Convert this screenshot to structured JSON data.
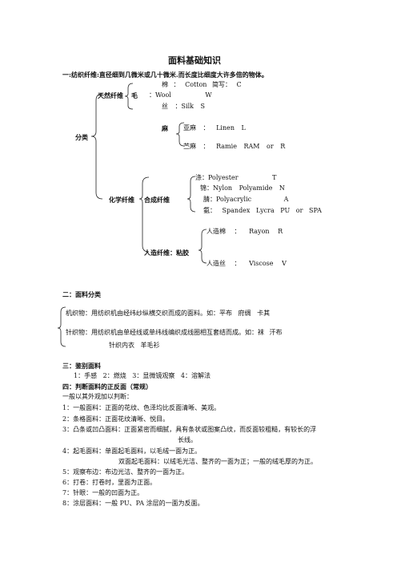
{
  "title": "面料基础知识",
  "s1": {
    "heading": "一:纺织纤维:直径细到几微米或几十微米.而长度比细度大许多倍的物体。",
    "root": "分类",
    "natural": {
      "label": "天然纤维",
      "cotton": "棉 ： Cotton 简写： C",
      "wool_label": "毛",
      "wool": "：Wool W",
      "silk": "丝 ：Silk S",
      "hemp_label": "麻",
      "linen": "亚麻 ： Linen L",
      "ramie": "苎麻 ： Ramie RAM or R"
    },
    "chemical": {
      "label": "化学纤维",
      "synthetic": {
        "label": "合成纤维",
        "polyester": "涤：Polyester T",
        "nylon": "锦：Nylon Polyamide N",
        "acrylic": "腈：Polyacrylic A",
        "spandex": "氨： Spandex Lycra PU or SPA"
      },
      "artificial": {
        "label": "人造纤维：粘胶",
        "rayon": "人造棉 ： Rayon R",
        "viscose": "人造丝 ： Viscose V"
      }
    }
  },
  "s2": {
    "heading": "二：面料分类",
    "woven": "机织物：用纺织机由经纬纱纵横交织而成的面料。如：平布 府绸 卡其",
    "knit": "针织物：用纺织机由单经线或单纬线编织成线圈相互套结而成。如：袜 汗布",
    "knit2": "针织内衣 羊毛衫"
  },
  "s3": {
    "heading": "三：鉴别面料",
    "methods": "1：手感 2：燃烧 3：显微镜观察 4：溶解法"
  },
  "s4": {
    "heading": "四：判断面料的正反面（常规）",
    "intro": "一般以其外观加以判断：",
    "items": [
      "1：一般面料：正面的花纹、色泽均比反面清晰、美观。",
      "2：条格面料：正面花纹清晰、悦目。",
      "3：凸条或凹凸面料：正面紧密而细腻，具有条状或图案凸纹，而反面较粗糙，有较长的浮",
      "长线。",
      "4：起毛面料：单面起毛面料，以毛绒一面为正。",
      "双面起毛面料：以绒毛光洁、整齐的一面为正；一般的绒毛厚的为正。",
      "5：观察布边：布边光洁、整齐的一面为正。",
      "6：打卷：打卷时，里面为正面。",
      "7：针眼：一般的凹面为正。",
      "8：涂层面料：一般 PU、PA 涂层的一面为反面。"
    ]
  }
}
